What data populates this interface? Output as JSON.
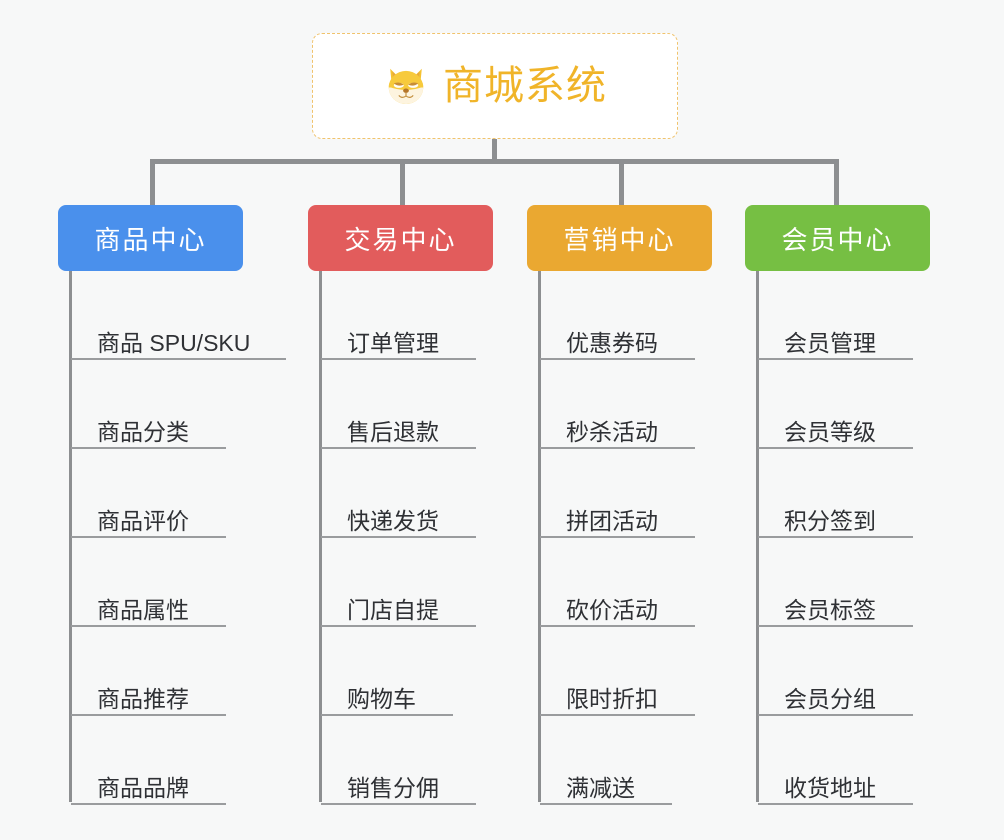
{
  "page": {
    "background_color": "#f7f8f8",
    "connector_color": "#8d8f91",
    "leaf_text_color": "#2f3135",
    "leaf_rule_color": "#9a9c9e"
  },
  "root": {
    "title": "商城系统",
    "icon": "shiba-dog-face-icon",
    "title_color": "#f0b429",
    "border_color": "#f0c36d",
    "fill_color": "#ffffff"
  },
  "categories": [
    {
      "label": "商品中心",
      "color": "#4a90ec",
      "items": [
        "商品 SPU/SKU",
        "商品分类",
        "商品评价",
        "商品属性",
        "商品推荐",
        "商品品牌"
      ]
    },
    {
      "label": "交易中心",
      "color": "#e25c5c",
      "items": [
        "订单管理",
        "售后退款",
        "快递发货",
        "门店自提",
        "购物车",
        "销售分佣"
      ]
    },
    {
      "label": "营销中心",
      "color": "#eaa831",
      "items": [
        "优惠券码",
        "秒杀活动",
        "拼团活动",
        "砍价活动",
        "限时折扣",
        "满减送"
      ]
    },
    {
      "label": "会员中心",
      "color": "#76bf43",
      "items": [
        "会员管理",
        "会员等级",
        "积分签到",
        "会员标签",
        "会员分组",
        "收货地址"
      ]
    }
  ]
}
